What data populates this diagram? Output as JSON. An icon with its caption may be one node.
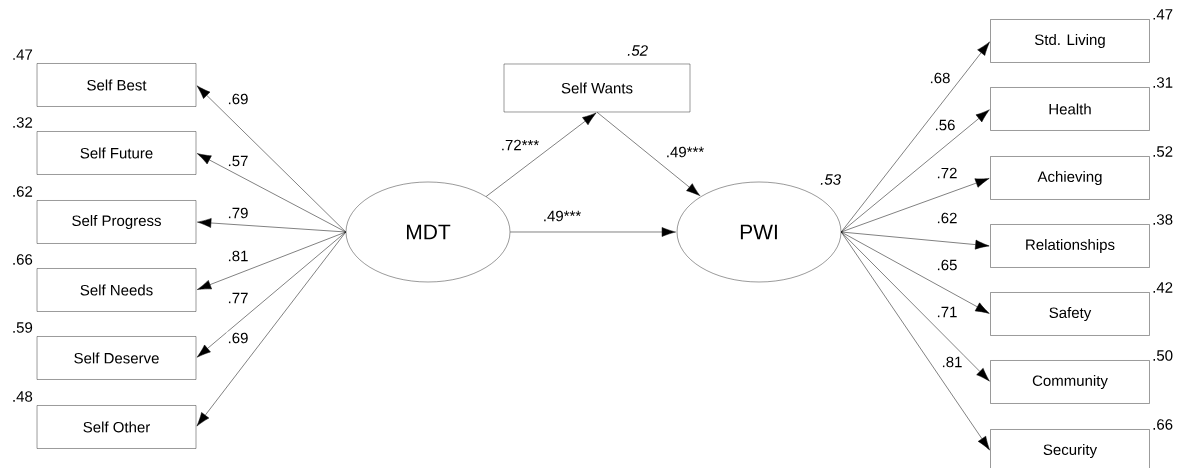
{
  "diagram": {
    "nodes": [
      {
        "text": [
          "Self Best"
        ],
        "beside": [
          ".47"
        ]
      },
      {
        "text": [
          "Self Future"
        ],
        "beside": [
          ".32"
        ]
      },
      {
        "text": [
          "Self Progress"
        ],
        "beside": [
          ".62"
        ]
      },
      {
        "text": [
          "Self Needs"
        ],
        "beside": [
          ".66"
        ]
      },
      {
        "text": [
          "Self Deserve"
        ],
        "beside": [
          ".59"
        ]
      },
      {
        "text": [
          "Self Other"
        ],
        "beside": [
          ".48"
        ]
      },
      {
        "text": [
          "Self Wants"
        ],
        "beside": [
          ".52"
        ]
      },
      {
        "text": [
          "MDT"
        ]
      },
      {
        "text": [
          "PWI"
        ],
        "beside": [
          ".53"
        ]
      },
      {
        "text": [
          "Std. Living"
        ],
        "beside": [
          ".47"
        ]
      },
      {
        "text": [
          "Health"
        ],
        "beside": [
          ".31"
        ]
      },
      {
        "text": [
          "Achieving"
        ],
        "beside": [
          ".52"
        ]
      },
      {
        "text": [
          "Relationships"
        ],
        "beside": [
          ".38"
        ]
      },
      {
        "text": [
          "Safety"
        ],
        "beside": [
          ".42"
        ]
      },
      {
        "text": [
          "Community"
        ],
        "beside": [
          ".50"
        ]
      },
      {
        "text": [
          "Security"
        ],
        "beside": [
          ".66"
        ]
      }
    ],
    "edges": [
      {
        "from": 7,
        "to": 0,
        "arrow": "to",
        "label": ".69"
      },
      {
        "from": 7,
        "to": 1,
        "arrow": "to",
        "label": ".57"
      },
      {
        "from": 7,
        "to": 2,
        "arrow": "to",
        "label": ".79"
      },
      {
        "from": 7,
        "to": 3,
        "arrow": "to",
        "label": ".81"
      },
      {
        "from": 7,
        "to": 4,
        "arrow": "to",
        "label": ".77"
      },
      {
        "from": 7,
        "to": 5,
        "arrow": "to",
        "label": ".69"
      },
      {
        "from": 7,
        "to": 6,
        "arrow": "to",
        "label": ".72***"
      },
      {
        "from": 6,
        "to": 8,
        "arrow": "to",
        "label": ".49***"
      },
      {
        "from": 7,
        "to": 8,
        "arrow": "to",
        "label": ".49***"
      },
      {
        "from": 8,
        "to": 9,
        "arrow": "to",
        "label": ".68"
      },
      {
        "from": 8,
        "to": 10,
        "arrow": "to",
        "label": ".56"
      },
      {
        "from": 8,
        "to": 11,
        "arrow": "to",
        "label": ".72"
      },
      {
        "from": 8,
        "to": 12,
        "arrow": "to",
        "label": ".62"
      },
      {
        "from": 8,
        "to": 13,
        "arrow": "to",
        "label": ".65"
      },
      {
        "from": 8,
        "to": 14,
        "arrow": "to",
        "label": ".71"
      },
      {
        "from": 8,
        "to": 15,
        "arrow": "to",
        "label": ".81"
      }
    ]
  }
}
